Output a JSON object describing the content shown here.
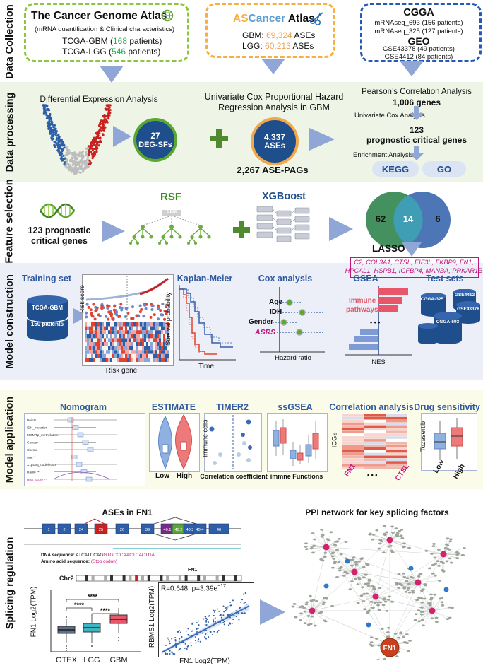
{
  "sections": {
    "collection": "Data Collection",
    "processing": "Data processing",
    "selection": "Feature selection",
    "construction": "Model construction",
    "application": "Model application",
    "splicing": "Splicing regulation"
  },
  "collection": {
    "tcga": {
      "title": "The Cancer Genome Atlas",
      "subtitle": "(mRNA quantification & Clinical characteristics)",
      "gbm_prefix": "TCGA-GBM (",
      "gbm_count": "168",
      "gbm_suffix": " patients)",
      "lgg_prefix": "TCGA-LGG (",
      "lgg_count": "546",
      "lgg_suffix": " patients)"
    },
    "ascancer": {
      "title_as": "AS",
      "title_cancer": "Cancer",
      "title_atlas": " Atlas",
      "gbm_label": "GBM: ",
      "gbm_value": "69,324",
      "gbm_unit": " ASEs",
      "lgg_label": "LGG: ",
      "lgg_value": "60,213",
      "lgg_unit": " ASEs"
    },
    "cgga": {
      "title": "CGGA",
      "line1": "mRNAseq_693 (156 patients)",
      "line2": "mRNAseq_325 (127 patients)",
      "geo": "GEO",
      "line3": "GSE43378 (49 patients)",
      "line4": "GSE4412 (84 patients)"
    }
  },
  "processing": {
    "dea": "Differential Expression Analysis",
    "deg_count": "27",
    "deg_label": "DEG-SFs",
    "cox_title": "Univariate Cox Proportional Hazard",
    "cox_title2": "Regression Analysis in GBM",
    "ase_count": "4,337",
    "ase_label": "ASEs",
    "ase_pags": "2,267 ASE-PAGs",
    "pearson": "Pearson’s Correlation Analysis",
    "genes_1006": "1,006 genes",
    "univariate": "Univariate Cox Analysis",
    "prog_count": "123",
    "prog_label": "prognostic critical genes",
    "enrichment": "Enrichment Analysis",
    "kegg": "KEGG",
    "go": "GO"
  },
  "selection": {
    "genes_count": "123 prognostic",
    "genes_label": "critical genes",
    "rsf": "RSF",
    "gbm_node": "GBM",
    "xgboost": "XGBoost",
    "venn_left": "62",
    "venn_mid": "14",
    "venn_right": "6",
    "lasso": "LASSO",
    "lasso_line1": "C2, COL3A1, CTSL, EIF3L, FKBP9, FN1,",
    "lasso_line2": "HPCAL1, HSPB1, IGFBP4, MANBA, PRKAR1B"
  },
  "construction": {
    "training": "Training set",
    "tcga_gbm": "TCGA-GBM",
    "patients": "150 patients",
    "risk_score": "Risk score",
    "risk_gene": "Risk gene",
    "km": "Kaplan-Meier",
    "surv": "Survival probability",
    "time": "Time",
    "cox": "Cox analysis",
    "age": "Age",
    "idh": "IDH",
    "gender": "Gender",
    "asrs": "ASRS",
    "hazard": "Hazard ratio",
    "gsea": "GSEA",
    "immune": "Immune",
    "pathways": "pathways",
    "dots": "• • •",
    "nes": "NES",
    "test": "Test sets",
    "cgga325": "CGGA-325",
    "gse4412": "GSE4412",
    "gse43378": "GSE43378",
    "cgga693": "CGGA-693"
  },
  "application": {
    "nomogram": "Nomogram",
    "estimate": "ESTIMATE",
    "low": "Low",
    "high": "High",
    "timer2": "TIMER2",
    "immune_cells": "Immune cells",
    "corr_coef": "Correlation coefficient",
    "ssgsea": "ssGSEA",
    "immune_fn": "immne Functions",
    "corr_analysis": "Correlation analysis",
    "icgs": "ICGs",
    "fn1": "FN1",
    "ctsl": "CTSL",
    "dots": "• • •",
    "drug": "Drug sensitivity",
    "tozasertib": "Tozasertib",
    "nomo_rows": [
      "Points",
      "IDH_mutation",
      "MGMTp_methylation",
      "Gender",
      "Chemo",
      "Age *",
      "X1p19q_codeletion",
      "Radio **",
      "Risk Score **"
    ]
  },
  "splicing": {
    "ases_title": "ASEs in FN1",
    "exons": [
      "1",
      "2",
      "24",
      "25",
      "26",
      "39",
      "40.1",
      "40.2",
      "40.3",
      "40.4",
      "46"
    ],
    "dna_label": "DNA sequence:",
    "dna_seq": "ATCATCCAG",
    "dna_seq2": "GTGCCCAACTCACTGA",
    "aa_label": "Amino acid sequence:",
    "aa_stop": "(Stop codon)",
    "chr": "Chr2",
    "fn1_marker": "FN1",
    "stars1": "****",
    "stars2": "****",
    "stars3": "****",
    "ylabel": "FN1  Log2(TPM)",
    "gtex": "GTEX",
    "lgg": "LGG",
    "gbm": "GBM",
    "scatter_stat": "R=0.648, p=3.39e",
    "scatter_exp": "−17",
    "scatter_ylabel": "RBMS1  Log2(TPM)",
    "scatter_xlabel": "FN1  Log2(TPM)",
    "ppi_title": "PPI network for key splicing factors",
    "ppi_fn1": "FN1"
  },
  "colors": {
    "green_dash": "#8cc63e",
    "orange_dash": "#f5b043",
    "blue_dash": "#2559b7",
    "navy_circle": "#1f4e8c",
    "green_ring": "#5aa832",
    "arrow": "#8fa6d6",
    "pink_text": "#c0157a"
  }
}
